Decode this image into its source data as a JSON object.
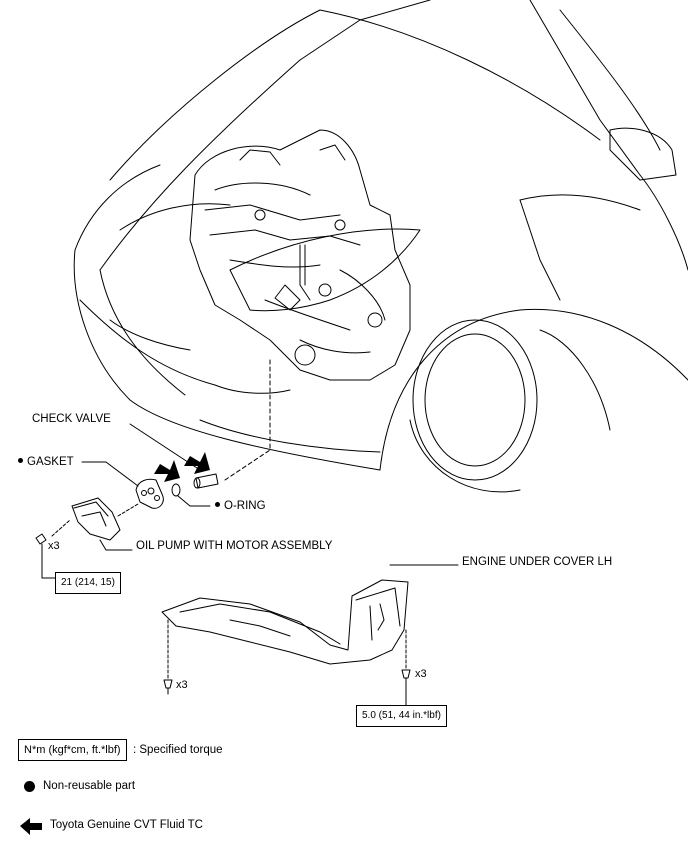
{
  "callouts": {
    "check_valve": "CHECK VALVE",
    "gasket": "GASKET",
    "o_ring": "O-RING",
    "oil_pump": "OIL PUMP WITH MOTOR ASSEMBLY",
    "engine_under_cover": "ENGINE UNDER COVER LH"
  },
  "quantities": {
    "oil_pump_bolts": "x3",
    "cover_bolts_left": "x3",
    "cover_bolts_right": "x3"
  },
  "torques": {
    "oil_pump_bolt": "21 (214, 15)",
    "cover_bolt": "5.0 (51, 44 in.*lbf)"
  },
  "legend": {
    "torque_box": "N*m (kgf*cm, ft.*lbf)",
    "torque_desc": ": Specified torque",
    "non_reusable": "Non-reusable part",
    "fluid": "Toyota Genuine CVT Fluid TC"
  }
}
